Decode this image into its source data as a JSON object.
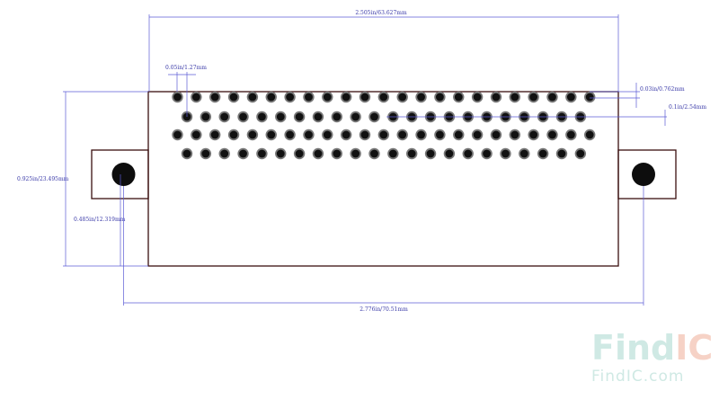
{
  "dimensions": {
    "overall_width": "2.505in/63.627mm",
    "pin_pitch_half": "0.05in/1.27mm",
    "row_offset": "0.03in/0.762mm",
    "row_pitch": "0.1in/2.54mm",
    "overall_height": "0.925in/23.495mm",
    "hole_height": "0.485in/12.319mm",
    "mount_hole_spacing": "2.776in/70.51mm"
  },
  "connector": {
    "rows": [
      {
        "row": 1,
        "pins": 23
      },
      {
        "row": 2,
        "pins": 22
      },
      {
        "row": 3,
        "pins": 23
      },
      {
        "row": 4,
        "pins": 22
      }
    ],
    "mounting_holes": 2
  },
  "watermark": {
    "logo_part1": "Find",
    "logo_part2": "IC",
    "url": "FindIC.com",
    "color_part1": "#cfe9e4",
    "color_part2": "#f6d2c6"
  },
  "colors": {
    "outline": "#3a0f0f",
    "dimension": "#5b5bd6",
    "pin": "#111111",
    "pin_ring": "#777777"
  }
}
